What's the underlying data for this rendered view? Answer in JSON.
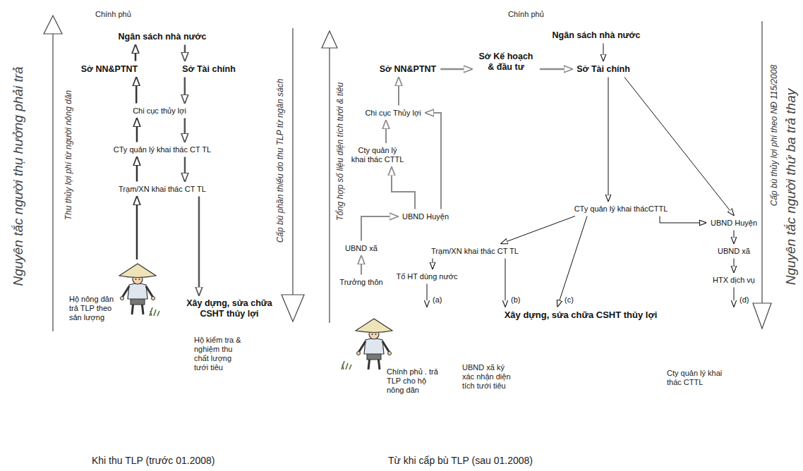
{
  "diagram": {
    "nodes": [
      {
        "text": [
          "Ngân sách nhà nước"
        ]
      },
      {
        "text": [
          "Sở NN&PTNT"
        ]
      },
      {
        "text": [
          "Sở Tài chính"
        ]
      },
      {
        "text": [
          "Chi cục thủy lợi"
        ]
      },
      {
        "text": [
          "CTy quản lý khai thác CT TL"
        ]
      },
      {
        "text": [
          "Trạm/XN khai thác CT TL"
        ]
      },
      {
        "text": [
          "Hộ nông dân trả TLP theo sản lượng"
        ]
      },
      {
        "text": [
          "Xây dựng, sửa chữa CSHT thủy lợi"
        ]
      },
      {
        "text": [
          "Ngân sách nhà nước"
        ]
      },
      {
        "text": [
          "Sở NN&PTNT"
        ]
      },
      {
        "text": [
          "Sở Kế hoạch & đầu tư"
        ]
      },
      {
        "text": [
          "Sở Tài chính"
        ]
      },
      {
        "text": [
          "Chi cục Thủy lợi"
        ]
      },
      {
        "text": [
          "Cty quản lý khai thác CTTL"
        ]
      },
      {
        "text": [
          "CTy quản lý khai thácCTTL"
        ]
      },
      {
        "text": [
          "UBND Huyện"
        ]
      },
      {
        "text": [
          "UBND Huyện"
        ]
      },
      {
        "text": [
          "UBND xã"
        ]
      },
      {
        "text": [
          "Trạm/XN khai thác CT TL"
        ]
      },
      {
        "text": [
          "UBND xã"
        ]
      },
      {
        "text": [
          "Tổ HT dùng nước"
        ]
      },
      {
        "text": [
          "HTX dịch vụ"
        ]
      },
      {
        "text": [
          "Trưởng thôn"
        ]
      },
      {
        "text": [
          "Xây dựng, sửa chữa CSHT thủy lợi"
        ]
      },
      {
        "text": [
          "Chính phủ . trả TLP cho hộ nông dân"
        ]
      }
    ],
    "edges": [
      {
        "from": 6,
        "to": 5,
        "arrow": "to"
      },
      {
        "from": 5,
        "to": 4,
        "arrow": "to"
      },
      {
        "from": 4,
        "to": 3,
        "arrow": "to"
      },
      {
        "from": 3,
        "to": 1,
        "arrow": "to"
      },
      {
        "from": 1,
        "to": 0,
        "arrow": "to"
      },
      {
        "from": 0,
        "to": 2,
        "arrow": "to"
      },
      {
        "from": 2,
        "to": 3,
        "arrow": "to"
      },
      {
        "from": 3,
        "to": 4,
        "arrow": "to"
      },
      {
        "from": 4,
        "to": 5,
        "arrow": "to"
      },
      {
        "from": 5,
        "to": 7,
        "arrow": "to"
      },
      {
        "from": 22,
        "to": 17,
        "arrow": "to"
      },
      {
        "from": 17,
        "to": 15,
        "arrow": "to"
      },
      {
        "from": 15,
        "to": 13,
        "arrow": "to"
      },
      {
        "from": 15,
        "to": 12,
        "arrow": "to"
      },
      {
        "from": 13,
        "to": 12,
        "arrow": "to"
      },
      {
        "from": 12,
        "to": 9,
        "arrow": "to"
      },
      {
        "from": 9,
        "to": 10,
        "arrow": "to"
      },
      {
        "from": 10,
        "to": 11,
        "arrow": "to"
      },
      {
        "from": 8,
        "to": 11,
        "arrow": "to"
      },
      {
        "from": 11,
        "to": 14,
        "arrow": "to"
      },
      {
        "from": 11,
        "to": 16,
        "arrow": "to"
      },
      {
        "from": 14,
        "to": 16,
        "arrow": "to"
      },
      {
        "from": 14,
        "to": 18,
        "arrow": "to"
      },
      {
        "from": 16,
        "to": 19,
        "arrow": "to"
      },
      {
        "from": 19,
        "to": 21,
        "arrow": "to"
      },
      {
        "from": 18,
        "to": 20,
        "arrow": "to"
      },
      {
        "from": 20,
        "to": 23,
        "label": "(a)",
        "arrow": "to"
      },
      {
        "from": 18,
        "to": 23,
        "label": "(b)",
        "arrow": "to"
      },
      {
        "from": 14,
        "to": 23,
        "label": "(c)",
        "arrow": "to"
      },
      {
        "from": 21,
        "to": 23,
        "label": "(d)",
        "arrow": "to"
      }
    ],
    "labels": [
      "Chính phủ",
      "Chính phủ",
      "Nguyên tắc người thụ hưởng phải trả",
      "Thu thủy lợi phí từ người nông dân",
      "Cấp bù phần thiếu do thu TLP từ ngân sách",
      "Hộ kiểm tra & nghiệm thu chất lượng tưới tiêu",
      "Khi thu TLP (trước 01.2008)",
      "Tổng hợp số liệu diện tích tưới & tiêu",
      "Cấp bù thủy lợi phí theo NĐ 115/2008",
      "Nguyên tắc người thứ ba trả thay",
      "UBND xã ký xác nhận diện tích tưới tiêu",
      "Cty quản lý khai thác CTTL",
      "Từ khi cấp bù TLP (sau 01.2008)"
    ]
  }
}
